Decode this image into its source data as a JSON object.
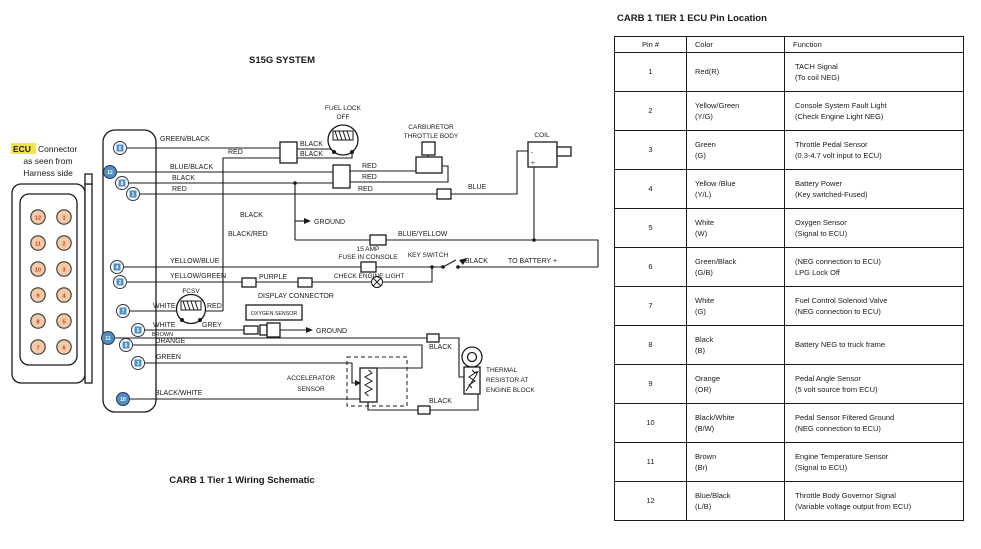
{
  "page": {
    "system_title": "S15G SYSTEM",
    "schematic_caption": "CARB 1 Tier 1 Wiring Schematic",
    "table_title": "CARB 1 TIER 1 ECU Pin Location"
  },
  "ecu_note": {
    "highlight": "ECU",
    "line1_rest": "Connector",
    "line2": "as seen from",
    "line3": "Harness side"
  },
  "connector": {
    "left_pins": [
      "12",
      "11",
      "10",
      "9",
      "8",
      "7"
    ],
    "right_pins": [
      "1",
      "2",
      "3",
      "4",
      "5",
      "6"
    ]
  },
  "schematic_pins": {
    "p1": "1",
    "p2": "2",
    "p3": "3",
    "p4": "4",
    "p5": "5",
    "p6": "6",
    "p7": "7",
    "p8": "8",
    "p9": "9",
    "p10": "10",
    "p11": "11",
    "p12": "12"
  },
  "wire_labels": {
    "green_black": "GREEN/BLACK",
    "blue_black": "BLUE/BLACK",
    "black": "BLACK",
    "red": "RED",
    "blue": "BLUE",
    "yellow_blue": "YELLOW/BLUE",
    "yellow_green": "YELLOW/GREEN",
    "purple": "PURPLE",
    "white": "WHITE",
    "grey": "GREY",
    "brown": "BROWN",
    "orange": "ORANGE",
    "green": "GREEN",
    "black_white": "BLACK/WHITE",
    "black_red": "BLACK/RED",
    "blue_yellow": "BLUE/YELLOW",
    "ground": "GROUND"
  },
  "components": {
    "fuel_lock_line1": "FUEL LOCK",
    "fuel_lock_line2": "OFF",
    "carburetor_line1": "CARBURETOR",
    "carburetor_line2": "THROTTLE BODY",
    "coil": "COIL",
    "coil_minus": "-",
    "coil_plus": "+",
    "fcsv": "FCSV",
    "fuse_line1": "15 AMP",
    "fuse_line2": "FUSE IN CONSOLE",
    "key_switch": "KEY SWITCH",
    "to_battery": "TO BATTERY +",
    "check_engine": "CHECK ENGINE LIGHT",
    "display_connector": "DISPLAY CONNECTOR",
    "oxygen_sensor": "OXYGEN SENSOR",
    "accel_line1": "ACCELERATOR",
    "accel_line2": "SENSOR",
    "thermal_line1": "THERMAL",
    "thermal_line2": "RESISTOR AT",
    "thermal_line3": "ENGINE BLOCK"
  },
  "colors": {
    "pin_fill": "#f5cba7",
    "pin_number": "#c0392b",
    "marker_blue": "#4d8fc4",
    "ecu_highlight": "#f2e34c"
  },
  "table": {
    "headers": [
      "Pin #",
      "Color",
      "Function"
    ],
    "rows": [
      {
        "pin": "1",
        "color": "Red(R)",
        "function": "TACH Signal\n(To coil NEG)"
      },
      {
        "pin": "2",
        "color": "Yellow/Green\n(Y/G)",
        "function": "Console System Fault Light\n(Check Engine Light NEG)"
      },
      {
        "pin": "3",
        "color": "Green\n(G)",
        "function": "Throttle Pedal Sensor\n(0.3-4.7 volt input to ECU)"
      },
      {
        "pin": "4",
        "color": "Yellow /Blue\n(Y/L)",
        "function": "Battery Power\n(Key switched-Fused)"
      },
      {
        "pin": "5",
        "color": "White\n(W)",
        "function": "Oxygen Sensor\n(Signal to ECU)"
      },
      {
        "pin": "6",
        "color": "Green/Black\n(G/B)",
        "function": "(NEG connection to ECU)\nLPG Lock Off"
      },
      {
        "pin": "7",
        "color": "White\n(G)",
        "function": "Fuel Control Solenoid Valve\n(NEG connection to ECU)"
      },
      {
        "pin": "8",
        "color": "Black\n(B)",
        "function": "Battery NEG to truck frame"
      },
      {
        "pin": "9",
        "color": "Orange\n(OR)",
        "function": "Pedal Angle Sensor\n(5 volt source from ECU)"
      },
      {
        "pin": "10",
        "color": "Black/White\n(B/W)",
        "function": "Pedal Sensor Filtered Ground\n(NEG connection to ECU)"
      },
      {
        "pin": "11",
        "color": "Brown\n(Br)",
        "function": "Engine Temperature Sensor\n(Signal to ECU)"
      },
      {
        "pin": "12",
        "color": "Blue/Black\n(L/B)",
        "function": "Throttle Body Governor Signal\n(Variable voltage output from ECU)"
      }
    ]
  }
}
